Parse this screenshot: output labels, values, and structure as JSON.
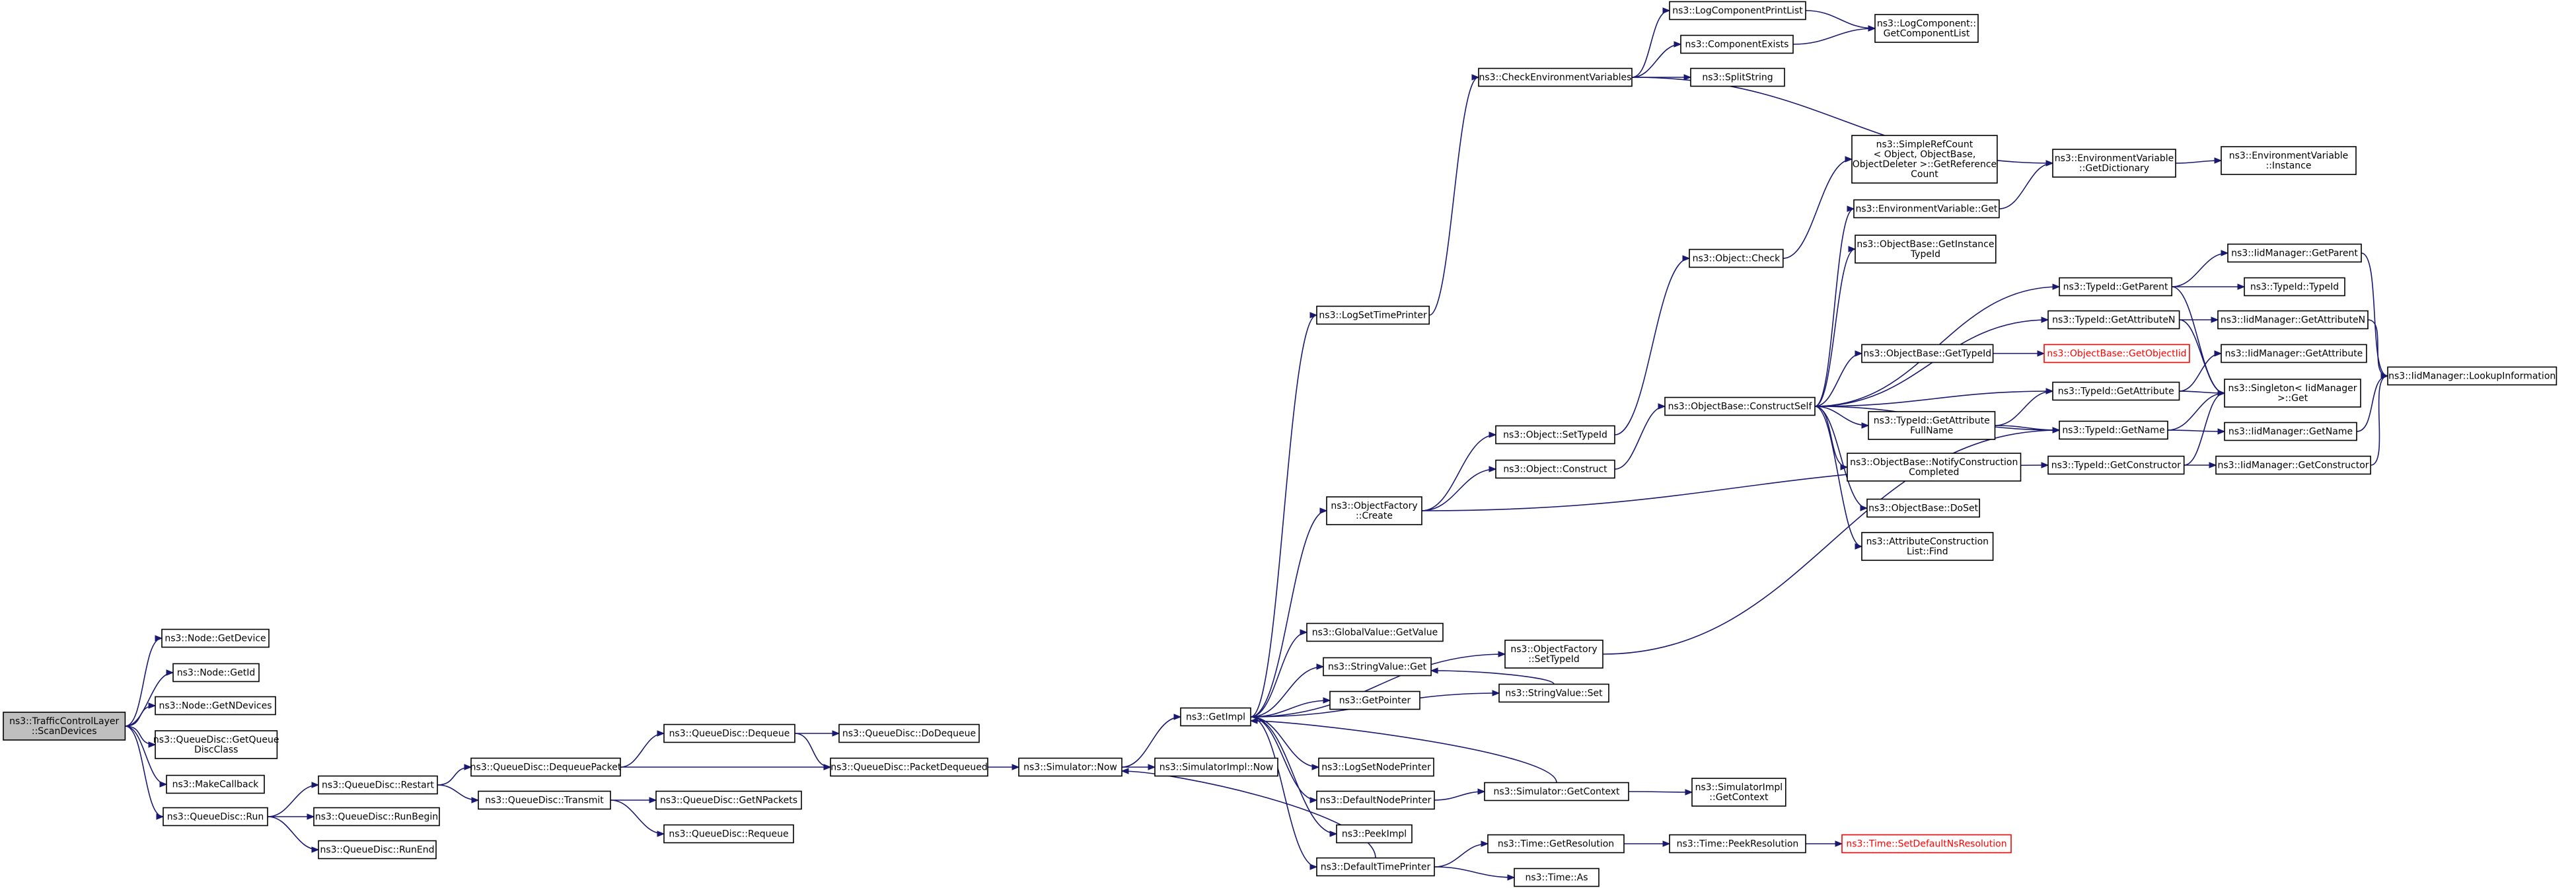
{
  "diagram": {
    "nodes": [
      {
        "id": "root",
        "lines": [
          "ns3::TrafficControlLayer",
          "::ScanDevices"
        ],
        "style": "root"
      },
      {
        "id": "getdevice",
        "lines": [
          "ns3::Node::GetDevice"
        ]
      },
      {
        "id": "getid",
        "lines": [
          "ns3::Node::GetId"
        ]
      },
      {
        "id": "getndevices",
        "lines": [
          "ns3::Node::GetNDevices"
        ]
      },
      {
        "id": "getqueuediscclass",
        "lines": [
          "ns3::QueueDisc::GetQueue",
          "DiscClass"
        ]
      },
      {
        "id": "makecallback",
        "lines": [
          "ns3::MakeCallback"
        ]
      },
      {
        "id": "qdrun",
        "lines": [
          "ns3::QueueDisc::Run"
        ]
      },
      {
        "id": "restart",
        "lines": [
          "ns3::QueueDisc::Restart"
        ]
      },
      {
        "id": "runbegin",
        "lines": [
          "ns3::QueueDisc::RunBegin"
        ]
      },
      {
        "id": "runend",
        "lines": [
          "ns3::QueueDisc::RunEnd"
        ]
      },
      {
        "id": "dequeuepacket",
        "lines": [
          "ns3::QueueDisc::DequeuePacket"
        ]
      },
      {
        "id": "transmit",
        "lines": [
          "ns3::QueueDisc::Transmit"
        ]
      },
      {
        "id": "dequeue",
        "lines": [
          "ns3::QueueDisc::Dequeue"
        ]
      },
      {
        "id": "packetdequeued",
        "lines": [
          "ns3::QueueDisc::PacketDequeued"
        ]
      },
      {
        "id": "getnpackets",
        "lines": [
          "ns3::QueueDisc::GetNPackets"
        ]
      },
      {
        "id": "requeue",
        "lines": [
          "ns3::QueueDisc::Requeue"
        ]
      },
      {
        "id": "dodequeue",
        "lines": [
          "ns3::QueueDisc::DoDequeue"
        ]
      },
      {
        "id": "simnow",
        "lines": [
          "ns3::Simulator::Now"
        ]
      },
      {
        "id": "getimpl",
        "lines": [
          "ns3::GetImpl"
        ]
      },
      {
        "id": "simimplnow",
        "lines": [
          "ns3::SimulatorImpl::Now"
        ]
      },
      {
        "id": "logsettimeprinter",
        "lines": [
          "ns3::LogSetTimePrinter"
        ]
      },
      {
        "id": "objfactorycreate",
        "lines": [
          "ns3::ObjectFactory",
          "::Create"
        ]
      },
      {
        "id": "globalvaluegetvalue",
        "lines": [
          "ns3::GlobalValue::GetValue"
        ]
      },
      {
        "id": "stringvalueget",
        "lines": [
          "ns3::StringValue::Get"
        ]
      },
      {
        "id": "getpointer",
        "lines": [
          "ns3::GetPointer"
        ]
      },
      {
        "id": "logsetnodeprinter",
        "lines": [
          "ns3::LogSetNodePrinter"
        ]
      },
      {
        "id": "defaultnodeprinter",
        "lines": [
          "ns3::DefaultNodePrinter"
        ]
      },
      {
        "id": "peekimpl",
        "lines": [
          "ns3::PeekImpl"
        ]
      },
      {
        "id": "defaulttimeprinter",
        "lines": [
          "ns3::DefaultTimePrinter"
        ]
      },
      {
        "id": "checkenvvars",
        "lines": [
          "ns3::CheckEnvironmentVariables"
        ]
      },
      {
        "id": "objsettypeid",
        "lines": [
          "ns3::Object::SetTypeId"
        ]
      },
      {
        "id": "objconstruct",
        "lines": [
          "ns3::Object::Construct"
        ]
      },
      {
        "id": "objfactorysettypeid",
        "lines": [
          "ns3::ObjectFactory",
          "::SetTypeId"
        ]
      },
      {
        "id": "stringvalueset",
        "lines": [
          "ns3::StringValue::Set"
        ]
      },
      {
        "id": "simgetcontext",
        "lines": [
          "ns3::Simulator::GetContext"
        ]
      },
      {
        "id": "timegetresolution",
        "lines": [
          "ns3::Time::GetResolution"
        ]
      },
      {
        "id": "timeas",
        "lines": [
          "ns3::Time::As"
        ]
      },
      {
        "id": "logcompprintlist",
        "lines": [
          "ns3::LogComponentPrintList"
        ]
      },
      {
        "id": "componentexists",
        "lines": [
          "ns3::ComponentExists"
        ]
      },
      {
        "id": "splitstring",
        "lines": [
          "ns3::SplitString"
        ]
      },
      {
        "id": "objcheck",
        "lines": [
          "ns3::Object::Check"
        ]
      },
      {
        "id": "objbaseconstructself",
        "lines": [
          "ns3::ObjectBase::ConstructSelf"
        ]
      },
      {
        "id": "simimplgetcontext",
        "lines": [
          "ns3::SimulatorImpl",
          "::GetContext"
        ]
      },
      {
        "id": "timepeekresolution",
        "lines": [
          "ns3::Time::PeekResolution"
        ]
      },
      {
        "id": "logcompgetcomplist",
        "lines": [
          "ns3::LogComponent::",
          "GetComponentList"
        ]
      },
      {
        "id": "simplerefcount",
        "lines": [
          "ns3::SimpleRefCount",
          "< Object, ObjectBase,",
          "ObjectDeleter >::GetReference",
          "Count"
        ]
      },
      {
        "id": "envvarget",
        "lines": [
          "ns3::EnvironmentVariable::Get"
        ]
      },
      {
        "id": "objbasegetinstancetypeid",
        "lines": [
          "ns3::ObjectBase::GetInstance",
          "TypeId"
        ]
      },
      {
        "id": "objbasegettypeid",
        "lines": [
          "ns3::ObjectBase::GetTypeId"
        ]
      },
      {
        "id": "typeidgetattrfullname",
        "lines": [
          "ns3::TypeId::GetAttribute",
          "FullName"
        ]
      },
      {
        "id": "objbasenotifyconstructioncompleted",
        "lines": [
          "ns3::ObjectBase::NotifyConstruction",
          "Completed"
        ]
      },
      {
        "id": "objbasedoset",
        "lines": [
          "ns3::ObjectBase::DoSet"
        ]
      },
      {
        "id": "attrconstructionlistfind",
        "lines": [
          "ns3::AttributeConstruction",
          "List::Find"
        ]
      },
      {
        "id": "timesetdefaultnsres",
        "lines": [
          "ns3::Time::SetDefaultNsResolution"
        ],
        "style": "trunc"
      },
      {
        "id": "envvargetdictionary",
        "lines": [
          "ns3::EnvironmentVariable",
          "::GetDictionary"
        ]
      },
      {
        "id": "typeidgetparent",
        "lines": [
          "ns3::TypeId::GetParent"
        ]
      },
      {
        "id": "typeidgetattributen",
        "lines": [
          "ns3::TypeId::GetAttributeN"
        ]
      },
      {
        "id": "objbasegetobjectiid",
        "lines": [
          "ns3::ObjectBase::GetObjectIid"
        ],
        "style": "trunc"
      },
      {
        "id": "typeidgetattribute",
        "lines": [
          "ns3::TypeId::GetAttribute"
        ]
      },
      {
        "id": "typeidgetname",
        "lines": [
          "ns3::TypeId::GetName"
        ]
      },
      {
        "id": "typeidgetconstructor",
        "lines": [
          "ns3::TypeId::GetConstructor"
        ]
      },
      {
        "id": "envvarinstance",
        "lines": [
          "ns3::EnvironmentVariable",
          "::Instance"
        ]
      },
      {
        "id": "iidmgrgetparent",
        "lines": [
          "ns3::IidManager::GetParent"
        ]
      },
      {
        "id": "typeidtypeid",
        "lines": [
          "ns3::TypeId::TypeId"
        ]
      },
      {
        "id": "iidmgrgetattributen",
        "lines": [
          "ns3::IidManager::GetAttributeN"
        ]
      },
      {
        "id": "iidmgrgetattribute",
        "lines": [
          "ns3::IidManager::GetAttribute"
        ]
      },
      {
        "id": "singletoniidmgrget",
        "lines": [
          "ns3::Singleton< IidManager",
          ">::Get"
        ]
      },
      {
        "id": "iidmgrgetname",
        "lines": [
          "ns3::IidManager::GetName"
        ]
      },
      {
        "id": "iidmgrgetconstructor",
        "lines": [
          "ns3::IidManager::GetConstructor"
        ]
      },
      {
        "id": "iidmgrlookupinformation",
        "lines": [
          "ns3::IidManager::LookupInformation"
        ]
      }
    ],
    "edges": [
      [
        "root",
        "getdevice"
      ],
      [
        "root",
        "getid"
      ],
      [
        "root",
        "getndevices"
      ],
      [
        "root",
        "getqueuediscclass"
      ],
      [
        "root",
        "makecallback"
      ],
      [
        "root",
        "qdrun"
      ],
      [
        "qdrun",
        "restart"
      ],
      [
        "qdrun",
        "runbegin"
      ],
      [
        "qdrun",
        "runend"
      ],
      [
        "restart",
        "dequeuepacket"
      ],
      [
        "restart",
        "transmit"
      ],
      [
        "dequeuepacket",
        "dequeue"
      ],
      [
        "dequeuepacket",
        "packetdequeued"
      ],
      [
        "dequeue",
        "dodequeue"
      ],
      [
        "dequeue",
        "packetdequeued"
      ],
      [
        "transmit",
        "getnpackets"
      ],
      [
        "transmit",
        "requeue"
      ],
      [
        "packetdequeued",
        "simnow"
      ],
      [
        "simnow",
        "getimpl"
      ],
      [
        "simnow",
        "simimplnow"
      ],
      [
        "getimpl",
        "logsettimeprinter"
      ],
      [
        "getimpl",
        "objfactorycreate"
      ],
      [
        "getimpl",
        "globalvaluegetvalue"
      ],
      [
        "getimpl",
        "objfactorysettypeid"
      ],
      [
        "getimpl",
        "stringvalueget"
      ],
      [
        "getimpl",
        "getpointer"
      ],
      [
        "getimpl",
        "logsetnodeprinter"
      ],
      [
        "getimpl",
        "defaultnodeprinter"
      ],
      [
        "getimpl",
        "peekimpl"
      ],
      [
        "getimpl",
        "defaulttimeprinter"
      ],
      [
        "getimpl",
        "stringvalueset"
      ],
      [
        "logsettimeprinter",
        "checkenvvars"
      ],
      [
        "checkenvvars",
        "logcompprintlist"
      ],
      [
        "checkenvvars",
        "componentexists"
      ],
      [
        "checkenvvars",
        "splitstring"
      ],
      [
        "checkenvvars",
        "envvargetdictionary"
      ],
      [
        "logcompprintlist",
        "logcompgetcomplist"
      ],
      [
        "componentexists",
        "logcompgetcomplist"
      ],
      [
        "envvargetdictionary",
        "envvarinstance"
      ],
      [
        "objfactorycreate",
        "objsettypeid"
      ],
      [
        "objfactorycreate",
        "objconstruct"
      ],
      [
        "objfactorycreate",
        "typeidgetconstructor"
      ],
      [
        "objsettypeid",
        "objcheck"
      ],
      [
        "objcheck",
        "simplerefcount"
      ],
      [
        "objconstruct",
        "objbaseconstructself"
      ],
      [
        "objbaseconstructself",
        "envvarget"
      ],
      [
        "objbaseconstructself",
        "objbasegetinstancetypeid"
      ],
      [
        "objbaseconstructself",
        "typeidgetparent"
      ],
      [
        "objbaseconstructself",
        "typeidgetattributen"
      ],
      [
        "objbaseconstructself",
        "objbasegettypeid"
      ],
      [
        "objbaseconstructself",
        "typeidgetattrfullname"
      ],
      [
        "objbaseconstructself",
        "typeidgetattribute"
      ],
      [
        "objbaseconstructself",
        "typeidgetname"
      ],
      [
        "objbaseconstructself",
        "objbasenotifyconstructioncompleted"
      ],
      [
        "objbaseconstructself",
        "objbasedoset"
      ],
      [
        "objbaseconstructself",
        "attrconstructionlistfind"
      ],
      [
        "envvarget",
        "envvargetdictionary"
      ],
      [
        "objbasegettypeid",
        "objbasegetobjectiid"
      ],
      [
        "typeidgetattrfullname",
        "typeidgetattribute"
      ],
      [
        "typeidgetattrfullname",
        "typeidgetname"
      ],
      [
        "typeidgetparent",
        "iidmgrgetparent"
      ],
      [
        "typeidgetparent",
        "typeidtypeid"
      ],
      [
        "typeidgetparent",
        "singletoniidmgrget"
      ],
      [
        "typeidgetattributen",
        "iidmgrgetattributen"
      ],
      [
        "typeidgetattributen",
        "singletoniidmgrget"
      ],
      [
        "typeidgetattribute",
        "iidmgrgetattribute"
      ],
      [
        "typeidgetattribute",
        "singletoniidmgrget"
      ],
      [
        "typeidgetname",
        "singletoniidmgrget"
      ],
      [
        "typeidgetname",
        "iidmgrgetname"
      ],
      [
        "typeidgetconstructor",
        "singletoniidmgrget"
      ],
      [
        "typeidgetconstructor",
        "iidmgrgetconstructor"
      ],
      [
        "iidmgrgetparent",
        "iidmgrlookupinformation"
      ],
      [
        "iidmgrgetattributen",
        "iidmgrlookupinformation"
      ],
      [
        "iidmgrgetname",
        "iidmgrlookupinformation"
      ],
      [
        "iidmgrgetconstructor",
        "iidmgrlookupinformation"
      ],
      [
        "objfactorysettypeid",
        "typeidgetname"
      ],
      [
        "stringvalueset",
        "stringvalueget"
      ],
      [
        "defaultnodeprinter",
        "simgetcontext"
      ],
      [
        "simgetcontext",
        "getimpl"
      ],
      [
        "simgetcontext",
        "simimplgetcontext"
      ],
      [
        "defaulttimeprinter",
        "simnow"
      ],
      [
        "defaulttimeprinter",
        "timegetresolution"
      ],
      [
        "defaulttimeprinter",
        "timeas"
      ],
      [
        "timegetresolution",
        "timepeekresolution"
      ],
      [
        "timepeekresolution",
        "timesetdefaultnsres"
      ]
    ]
  }
}
